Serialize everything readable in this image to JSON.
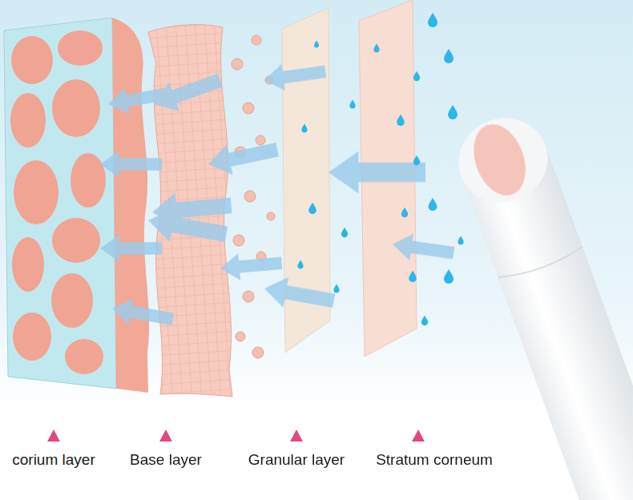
{
  "diagram": {
    "labels": [
      "corium layer",
      "Base layer",
      "Granular layer",
      "Stratum corneum"
    ]
  }
}
